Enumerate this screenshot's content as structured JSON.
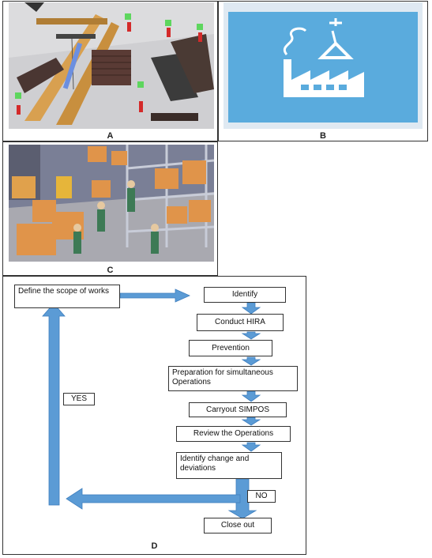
{
  "panels": {
    "a": {
      "label": "A"
    },
    "b": {
      "label": "B"
    },
    "c": {
      "label": "C"
    },
    "d": {
      "label": "D"
    }
  },
  "flowchart": {
    "scope": "Define the scope of works",
    "identify": "Identify",
    "hira": "Conduct HIRA",
    "prevention": "Prevention",
    "preparation": "Preparation for simultaneous Operations",
    "simpos": "Carryout SIMPOS",
    "review": "Review the Operations",
    "change": "Identify change and deviations",
    "no": "NO",
    "yes": "YES",
    "closeout": "Close out"
  },
  "colors": {
    "arrow": "#5b9bd5",
    "icon_bg": "#5aabdd"
  },
  "icons": {
    "b": "factory-crane-icon"
  }
}
